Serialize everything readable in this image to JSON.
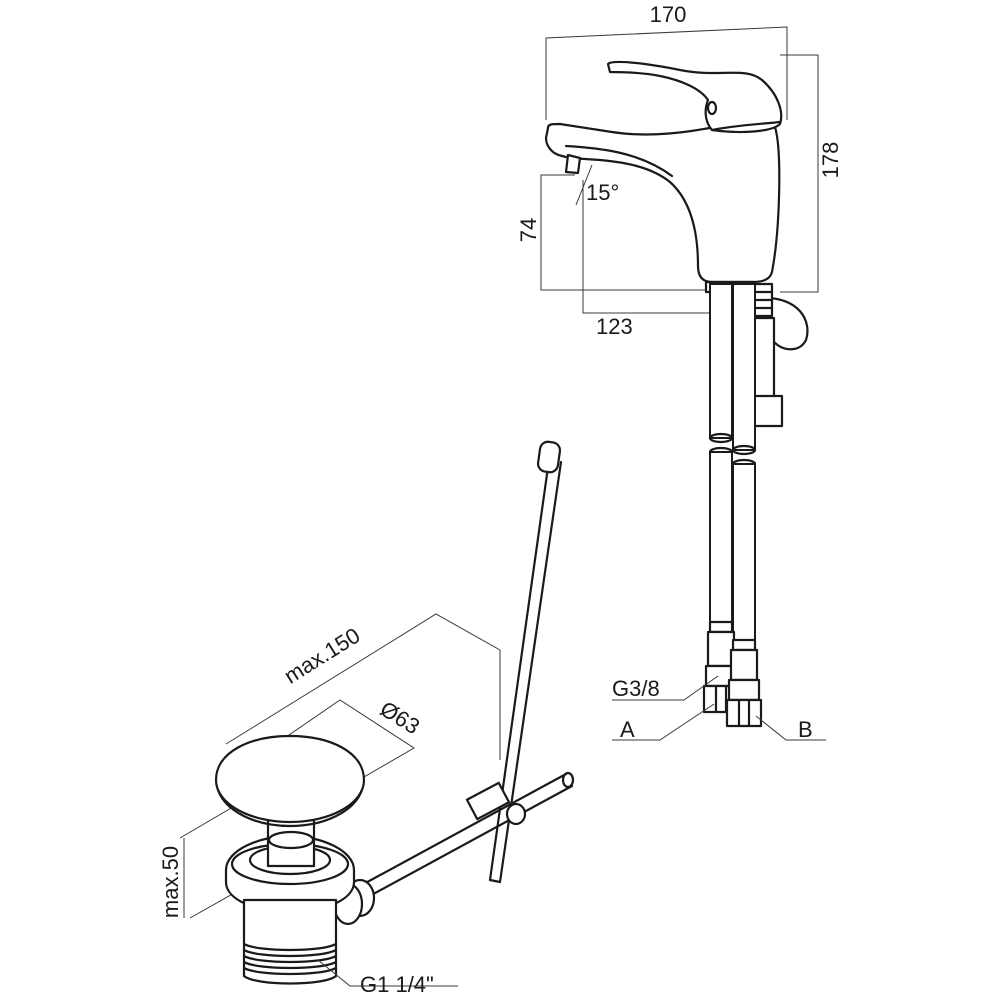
{
  "faucet": {
    "width_label": "170",
    "height_label": "178",
    "spout_height_label": "74",
    "spout_reach_label": "123",
    "spout_angle_label": "15°"
  },
  "hoses": {
    "thread_label": "G3/8",
    "inlet_a_label": "A",
    "inlet_b_label": "B"
  },
  "waste": {
    "rod_length_label": "max.150",
    "diameter_label": "Ø63",
    "height_label": "max.50",
    "thread_label": "G1 1/4\""
  },
  "colors": {
    "line": "#1a1a1a",
    "background": "#ffffff"
  }
}
